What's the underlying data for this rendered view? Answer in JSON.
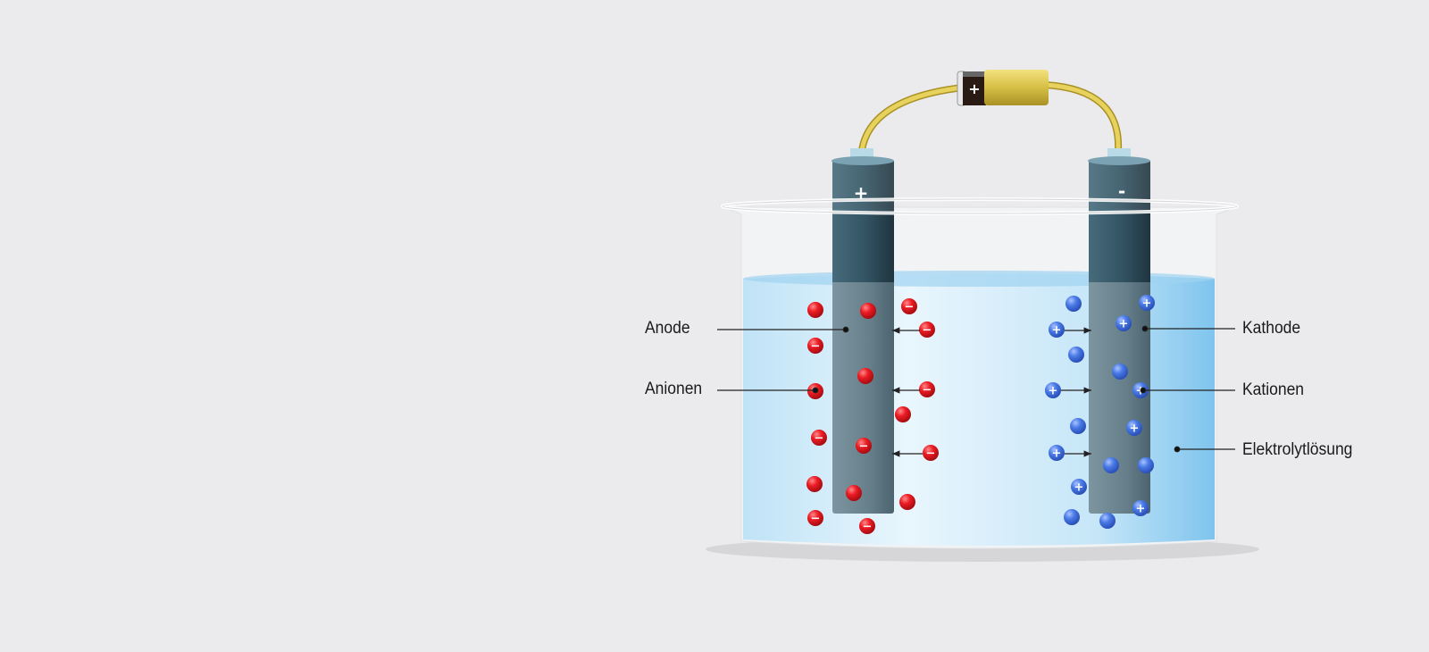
{
  "diagram": {
    "labels": {
      "anode": "Anode",
      "anions": "Anionen",
      "cathode": "Kathode",
      "cations": "Kationen",
      "electrolyte": "Elektrolytlösung"
    },
    "electrode_signs": {
      "left": "+",
      "right": "-"
    },
    "battery_sign": "+",
    "ion_signs": {
      "anion": "−",
      "cation": "+"
    },
    "colors": {
      "background": "#ebebed",
      "anion": "#e3141c",
      "cation": "#3f6fe0",
      "electrode": "#5b7480",
      "water": "#a9d8f2",
      "wire": "#d8c24a"
    }
  }
}
